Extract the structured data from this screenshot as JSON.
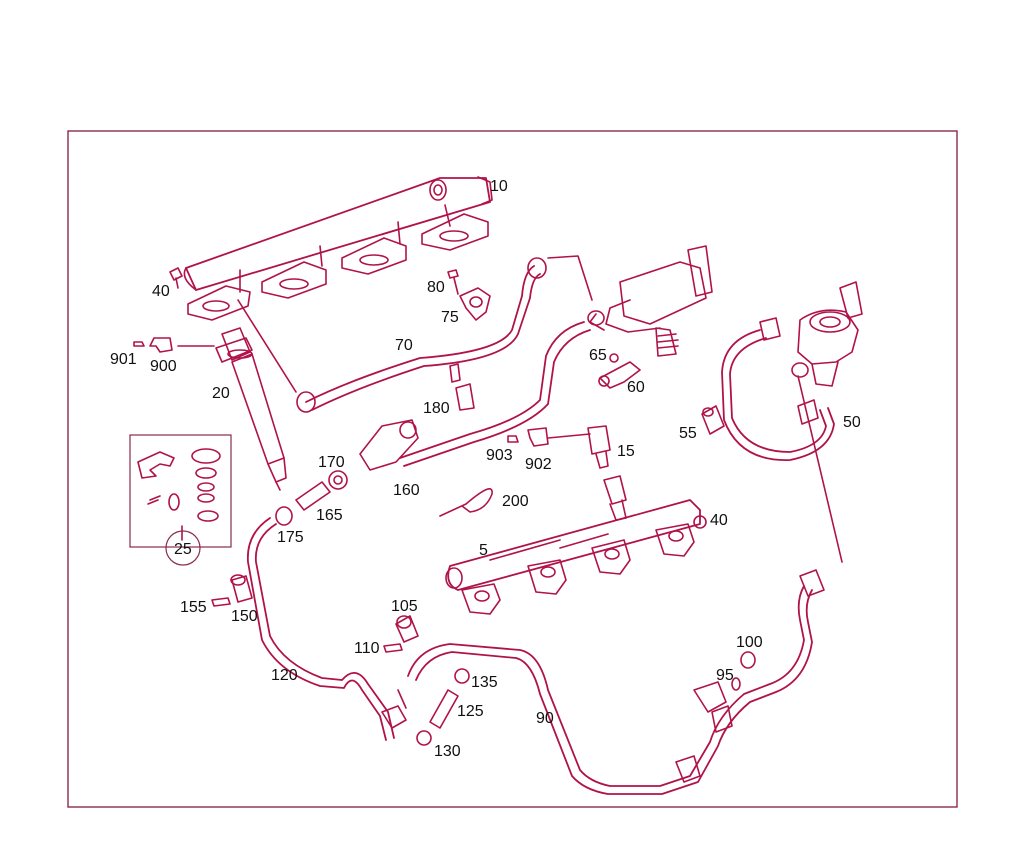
{
  "colors": {
    "frame": "#8a2a4a",
    "line": "#b0134a",
    "fill": "#f7eef1",
    "text": "#111111"
  },
  "callouts": [
    {
      "key": "p10",
      "text": "10"
    },
    {
      "key": "p40a",
      "text": "40"
    },
    {
      "key": "p80",
      "text": "80"
    },
    {
      "key": "p75",
      "text": "75"
    },
    {
      "key": "p70",
      "text": "70"
    },
    {
      "key": "p901",
      "text": "901"
    },
    {
      "key": "p900",
      "text": "900"
    },
    {
      "key": "p20",
      "text": "20"
    },
    {
      "key": "p65",
      "text": "65"
    },
    {
      "key": "p60",
      "text": "60"
    },
    {
      "key": "p180",
      "text": "180"
    },
    {
      "key": "p55",
      "text": "55"
    },
    {
      "key": "p50",
      "text": "50"
    },
    {
      "key": "p903",
      "text": "903"
    },
    {
      "key": "p902",
      "text": "902"
    },
    {
      "key": "p15",
      "text": "15"
    },
    {
      "key": "p170",
      "text": "170"
    },
    {
      "key": "p160",
      "text": "160"
    },
    {
      "key": "p200",
      "text": "200"
    },
    {
      "key": "p165",
      "text": "165"
    },
    {
      "key": "p175",
      "text": "175"
    },
    {
      "key": "p40b",
      "text": "40"
    },
    {
      "key": "p25",
      "text": "25"
    },
    {
      "key": "p5",
      "text": "5"
    },
    {
      "key": "p155",
      "text": "155"
    },
    {
      "key": "p150",
      "text": "150"
    },
    {
      "key": "p105",
      "text": "105"
    },
    {
      "key": "p110",
      "text": "110"
    },
    {
      "key": "p100",
      "text": "100"
    },
    {
      "key": "p95",
      "text": "95"
    },
    {
      "key": "p120",
      "text": "120"
    },
    {
      "key": "p135",
      "text": "135"
    },
    {
      "key": "p125",
      "text": "125"
    },
    {
      "key": "p90",
      "text": "90"
    },
    {
      "key": "p130",
      "text": "130"
    }
  ]
}
